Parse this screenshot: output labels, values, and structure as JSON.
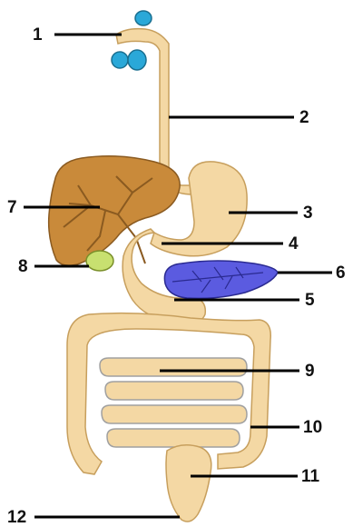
{
  "labels": [
    "1",
    "2",
    "3",
    "4",
    "5",
    "6",
    "7",
    "8",
    "9",
    "10",
    "11",
    "12"
  ],
  "colors": {
    "tract": "#f4d8a4",
    "tract_outline": "#c79f5d",
    "liver": "#c98a3a",
    "liver_ducts": "#8a5a20",
    "pancreas": "#5b5be0",
    "gallbladder": "#c8e070",
    "salivary": "#2aa8d8",
    "leader_line": "#000000"
  },
  "icons": [
    "salivary-gland",
    "esophagus",
    "stomach",
    "duodenum",
    "pancreas",
    "liver",
    "gallbladder",
    "small-intestine",
    "large-intestine",
    "rectum"
  ]
}
